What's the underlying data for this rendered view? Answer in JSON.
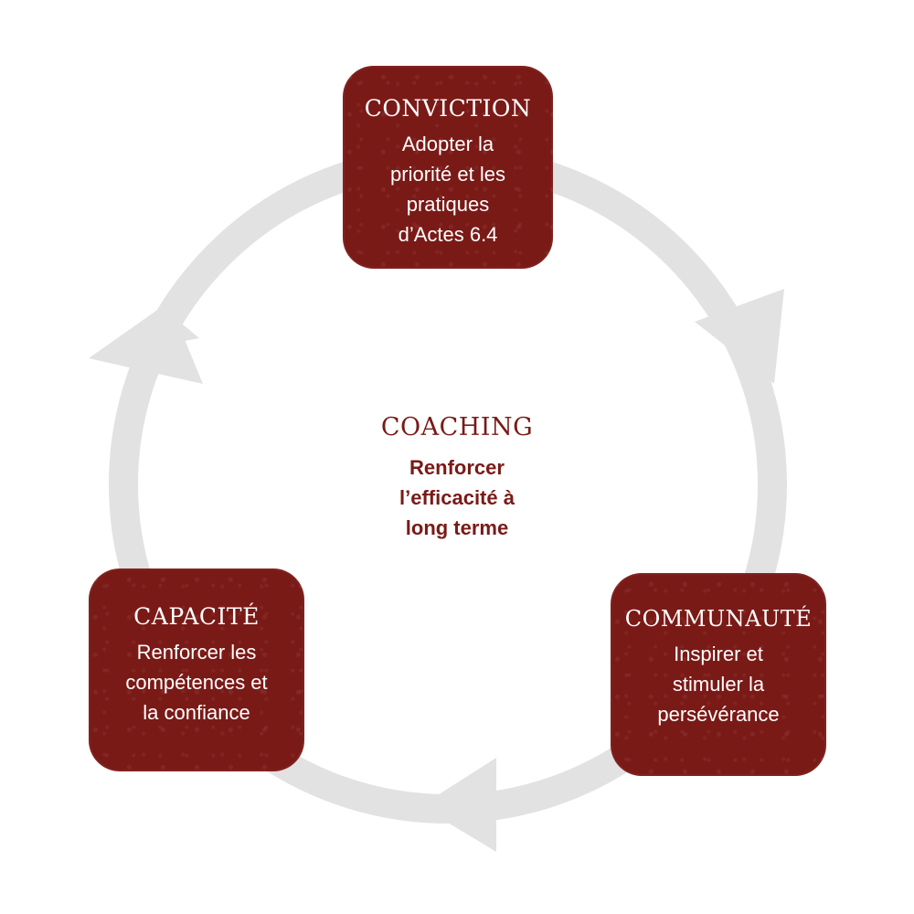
{
  "colors": {
    "accent": "#7a1a17",
    "ring": "#e2e2e2",
    "text_light": "#ffffff"
  },
  "center": {
    "title": "COACHING",
    "text": "Renforcer\nl’efficacité à\nlong terme"
  },
  "nodes": [
    {
      "id": "conviction",
      "title": "CONVICTION",
      "text": "Adopter la\npriorité et les\npratiques\nd’Actes 6.4"
    },
    {
      "id": "communaute",
      "title": "COMMUNAUTÉ",
      "text": "Inspirer et\nstimuler la\npersévérance"
    },
    {
      "id": "capacite",
      "title": "CAPACITÉ",
      "text": "Renforcer les\ncompétences et\nla confiance"
    }
  ],
  "arrow_icons": [
    "arrow-right-side",
    "arrow-bottom",
    "arrow-left-side"
  ]
}
